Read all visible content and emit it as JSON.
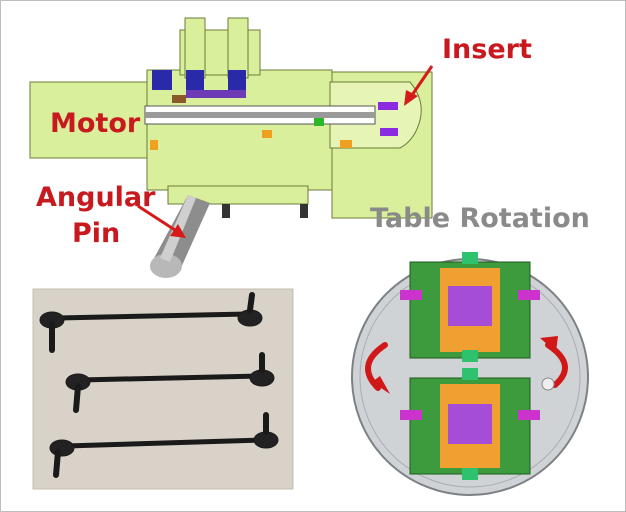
{
  "labels": {
    "insert": "Insert",
    "motor": "Motor",
    "angular_pin_line1": "Angular",
    "angular_pin_line2": "Pin",
    "table_rotation": "Table Rotation"
  },
  "colors": {
    "accent_red": "#c8191e",
    "mold_green": "#d9ef9b",
    "table_gray": "#cfd3d6",
    "photo_bg": "#d8d2c8"
  },
  "panels": [
    "mold-cross-section",
    "stabilizer-link-photo",
    "rotary-table-drawing"
  ]
}
